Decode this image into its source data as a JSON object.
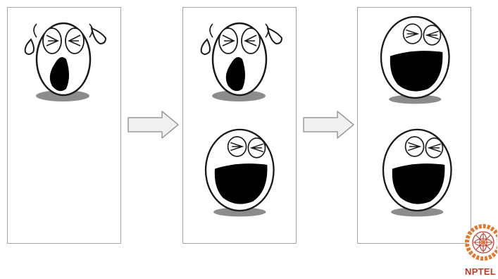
{
  "logo": {
    "text": "NPTEL",
    "colors": {
      "ring": "#e07a2e",
      "text": "#c0392b"
    }
  },
  "colors": {
    "panel_border": "#a6a6a6",
    "arrow_fill": "#f0f0f0",
    "arrow_stroke": "#9a9a9a",
    "face_stroke": "#1a1a1a",
    "shadow": "#8c8c8c"
  },
  "panels": [
    {
      "faces": [
        "crying"
      ]
    },
    {
      "faces": [
        "crying",
        "laughing"
      ]
    },
    {
      "faces": [
        "laughing",
        "laughing"
      ]
    }
  ]
}
